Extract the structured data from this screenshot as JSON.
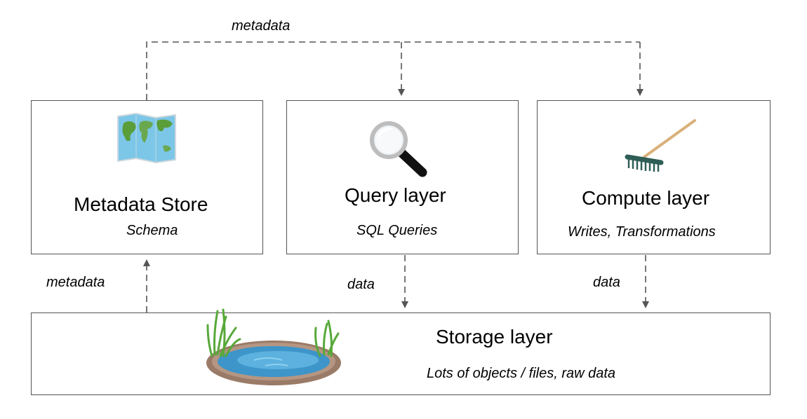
{
  "edges": {
    "top_label": "metadata",
    "left_label": "metadata",
    "query_data_label": "data",
    "compute_data_label": "data"
  },
  "nodes": {
    "metadata_store": {
      "title": "Metadata Store",
      "subtitle": "Schema",
      "icon": "world-map-icon"
    },
    "query_layer": {
      "title": "Query layer",
      "subtitle": "SQL Queries",
      "icon": "magnifying-glass-icon"
    },
    "compute_layer": {
      "title": "Compute layer",
      "subtitle": "Writes, Transformations",
      "icon": "rake-icon"
    },
    "storage_layer": {
      "title": "Storage layer",
      "subtitle": "Lots of objects / files, raw data",
      "icon": "pond-icon"
    }
  },
  "colors": {
    "border": "#555555",
    "arrow": "#555555"
  }
}
